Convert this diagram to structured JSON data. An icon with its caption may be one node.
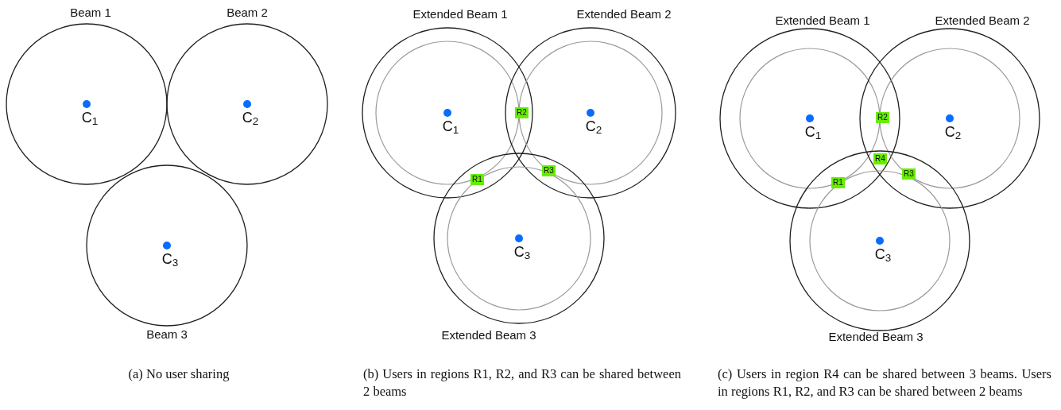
{
  "diagram": {
    "nodes": [
      {
        "text": [
          "Beam 1",
          "C$_{1}$"
        ]
      },
      {
        "text": [
          "Beam 2",
          "C$_{2}$"
        ]
      },
      {
        "text": [
          "C$_{3}$",
          "Beam 3"
        ]
      },
      {
        "text": [
          "Extended Beam 1",
          "C$_{1}$"
        ]
      },
      {
        "text": [
          "Extended Beam 2",
          "C$_{2}$"
        ]
      },
      {
        "text": [
          "C$_{3}$",
          "Extended Beam 3"
        ]
      },
      {
        "text": [
          "R2"
        ]
      },
      {
        "text": [
          "R1"
        ]
      },
      {
        "text": [
          "R3"
        ]
      },
      {
        "text": [
          "Extended Beam 1",
          "C$_{1}$"
        ]
      },
      {
        "text": [
          "Extended Beam 2",
          "C$_{2}$"
        ]
      },
      {
        "text": [
          "C$_{3}$",
          "Extended Beam 3"
        ]
      },
      {
        "text": [
          "R2"
        ]
      },
      {
        "text": [
          "R4"
        ]
      },
      {
        "text": [
          "R1"
        ]
      },
      {
        "text": [
          "R3"
        ]
      }
    ],
    "labels": [
      "(a) No user sharing",
      "(b) Users in regions R1, R2, and R3 can be shared between 2 beams",
      "(c) Users in region R4 can be shared between 3 beams. Users in regions R1, R2, and R3 can be shared between 2 beams"
    ]
  }
}
